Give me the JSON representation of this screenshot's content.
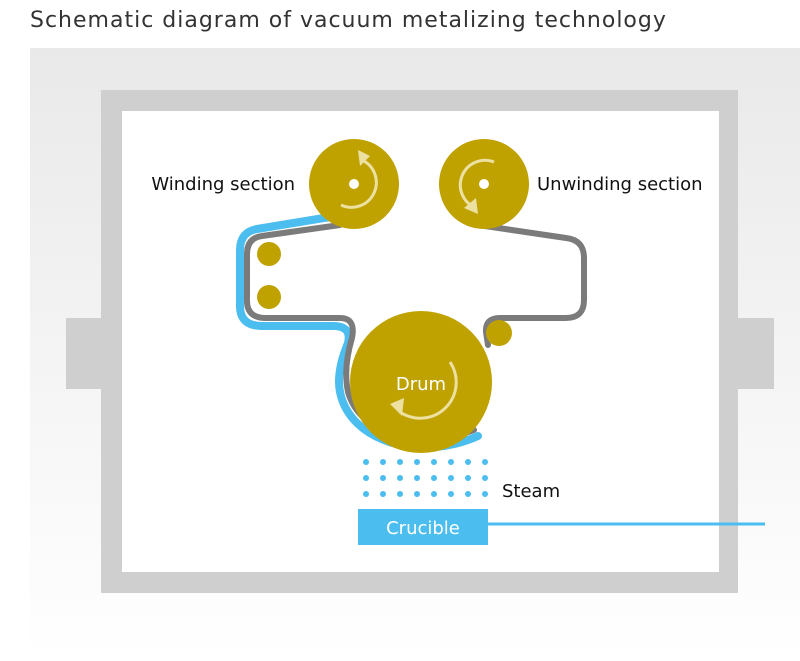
{
  "title": "Schematic diagram of vacuum metalizing technology",
  "labels": {
    "winding": "Winding section",
    "unwinding": "Unwinding section",
    "drum": "Drum",
    "steam": "Steam",
    "crucible": "Crucible"
  },
  "colors": {
    "roller": "#bfa100",
    "film_path": "#777777",
    "coated_path": "#4bbdee",
    "chamber_wall": "#cfcfcf",
    "chamber_inner": "#ffffff",
    "arrow": "#ece1a0"
  }
}
